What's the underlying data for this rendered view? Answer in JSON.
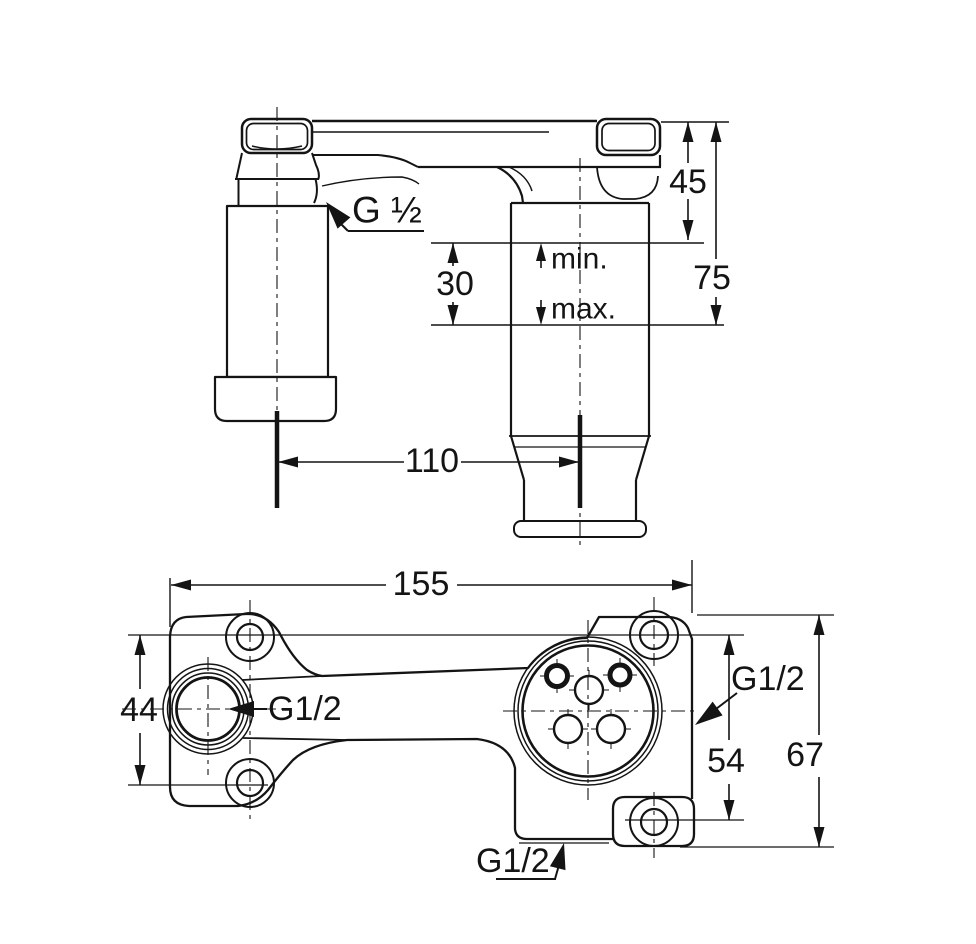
{
  "drawing": {
    "background": "#ffffff",
    "ink": "#141414",
    "top_view": {
      "description": "side elevation of wall-mounted tap body",
      "dimensions": {
        "height_to_min": "45",
        "height_to_max": "75",
        "min_max_range": "30",
        "spout_projection": "110"
      },
      "labels": {
        "thread": "G ½",
        "min": "min.",
        "max": "max."
      }
    },
    "bottom_view": {
      "description": "plan view of concealed mounting bracket",
      "dimensions": {
        "overall_width": "155",
        "left_hole_spacing": "44",
        "right_hole_spacing": "54",
        "overall_height": "67"
      },
      "labels": {
        "thread_left": "G1/2",
        "thread_right": "G1/2",
        "thread_bottom": "G1/2"
      }
    }
  }
}
